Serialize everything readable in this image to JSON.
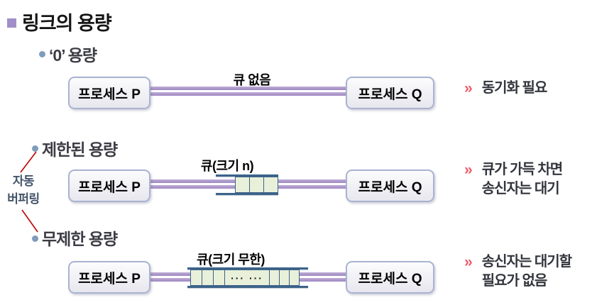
{
  "slide": {
    "title": "링크의 용량"
  },
  "side_label": {
    "line1": "자동",
    "line2": "버퍼링"
  },
  "sections": [
    {
      "heading": "‘0’ 용량",
      "link_label": "큐 없음",
      "process_left": "프로세스 P",
      "process_right": "프로세스 Q",
      "note_marker": "»",
      "note_line1": "동기화 필요",
      "note_line2": ""
    },
    {
      "heading": "제한된 용량",
      "link_label": "큐(크기 n)",
      "process_left": "프로세스 P",
      "process_right": "프로세스 Q",
      "queue_cell_count": 3,
      "note_marker": "»",
      "note_line1": "큐가 가득 차면",
      "note_line2": "송신자는 대기"
    },
    {
      "heading": "무제한 용량",
      "link_label": "큐(크기 무한)",
      "process_left": "프로세스 P",
      "process_right": "프로세스 Q",
      "queue_cell_count": 6,
      "queue_dots": "··· ···",
      "note_marker": "»",
      "note_line1": "송신자는 대기할",
      "note_line2": "필요가 없음"
    }
  ],
  "colors": {
    "title_bullet": "#a18fc9",
    "sub_bullet": "#7f9cbd",
    "link_line": "#a48fc6",
    "box_border": "#a9b3d2",
    "box_fill": "#efeff3",
    "queue_rail": "#3c6389",
    "queue_cell_fill": "#e9f0da",
    "note_marker": "#ef5b69",
    "connector_line": "#c00000",
    "side_label_text": "#44546a"
  }
}
